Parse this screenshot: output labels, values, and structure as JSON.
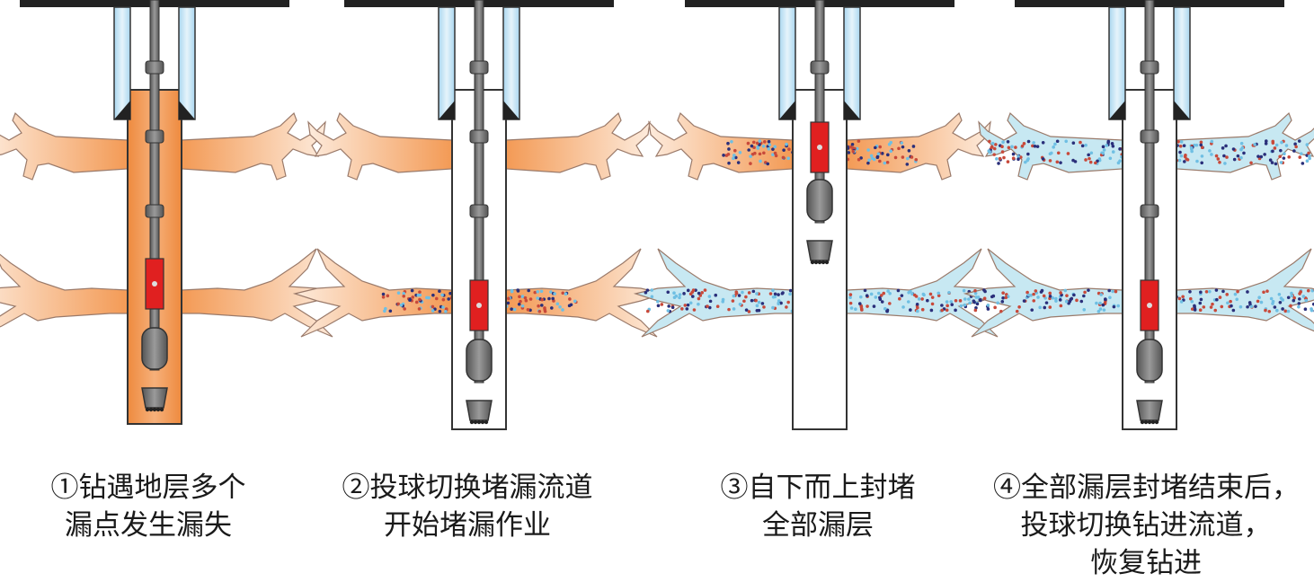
{
  "panels": [
    {
      "id": "p1",
      "caption": [
        "①钻遇地层多个",
        "漏点发生漏失"
      ]
    },
    {
      "id": "p2",
      "caption": [
        "②投球切换堵漏流道",
        "开始堵漏作业"
      ]
    },
    {
      "id": "p3",
      "caption": [
        "③自下而上封堵",
        "全部漏层"
      ]
    },
    {
      "id": "p4",
      "caption": [
        "④全部漏层封堵结束后，",
        "投球切换钻进流道，",
        "恢复钻进"
      ]
    }
  ],
  "colors": {
    "fluid_orange": "#f08a3c",
    "fracture_fill": "#fbd6bb",
    "casing_blue": "#bfe1f3",
    "plug_fill": "#c7e8f2",
    "dot_navy": "#2a2f7a",
    "dot_red": "#c8493a",
    "tool_red": "#e02020",
    "pipe_gray": "#6b6b6b"
  }
}
